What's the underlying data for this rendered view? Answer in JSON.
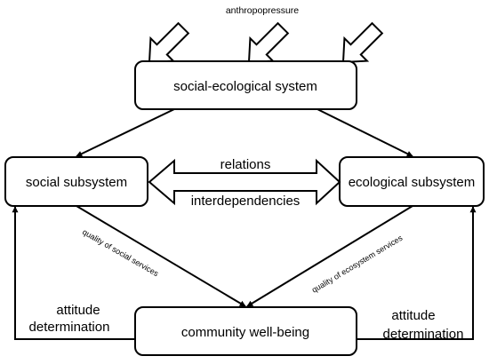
{
  "title": "anthropopressure",
  "nodes": {
    "system": "social-ecological system",
    "social": "social subsystem",
    "ecological": "ecological subsystem",
    "wellbeing": "community well-being"
  },
  "relations": {
    "top": "relations",
    "bottom": "interdependencies"
  },
  "edge_labels": {
    "social_services": "quality of social services",
    "ecosystem_services": "quality of ecosystem services"
  },
  "feedback": {
    "left": [
      "attitude",
      "determination"
    ],
    "right": [
      "attitude",
      "determination"
    ]
  }
}
